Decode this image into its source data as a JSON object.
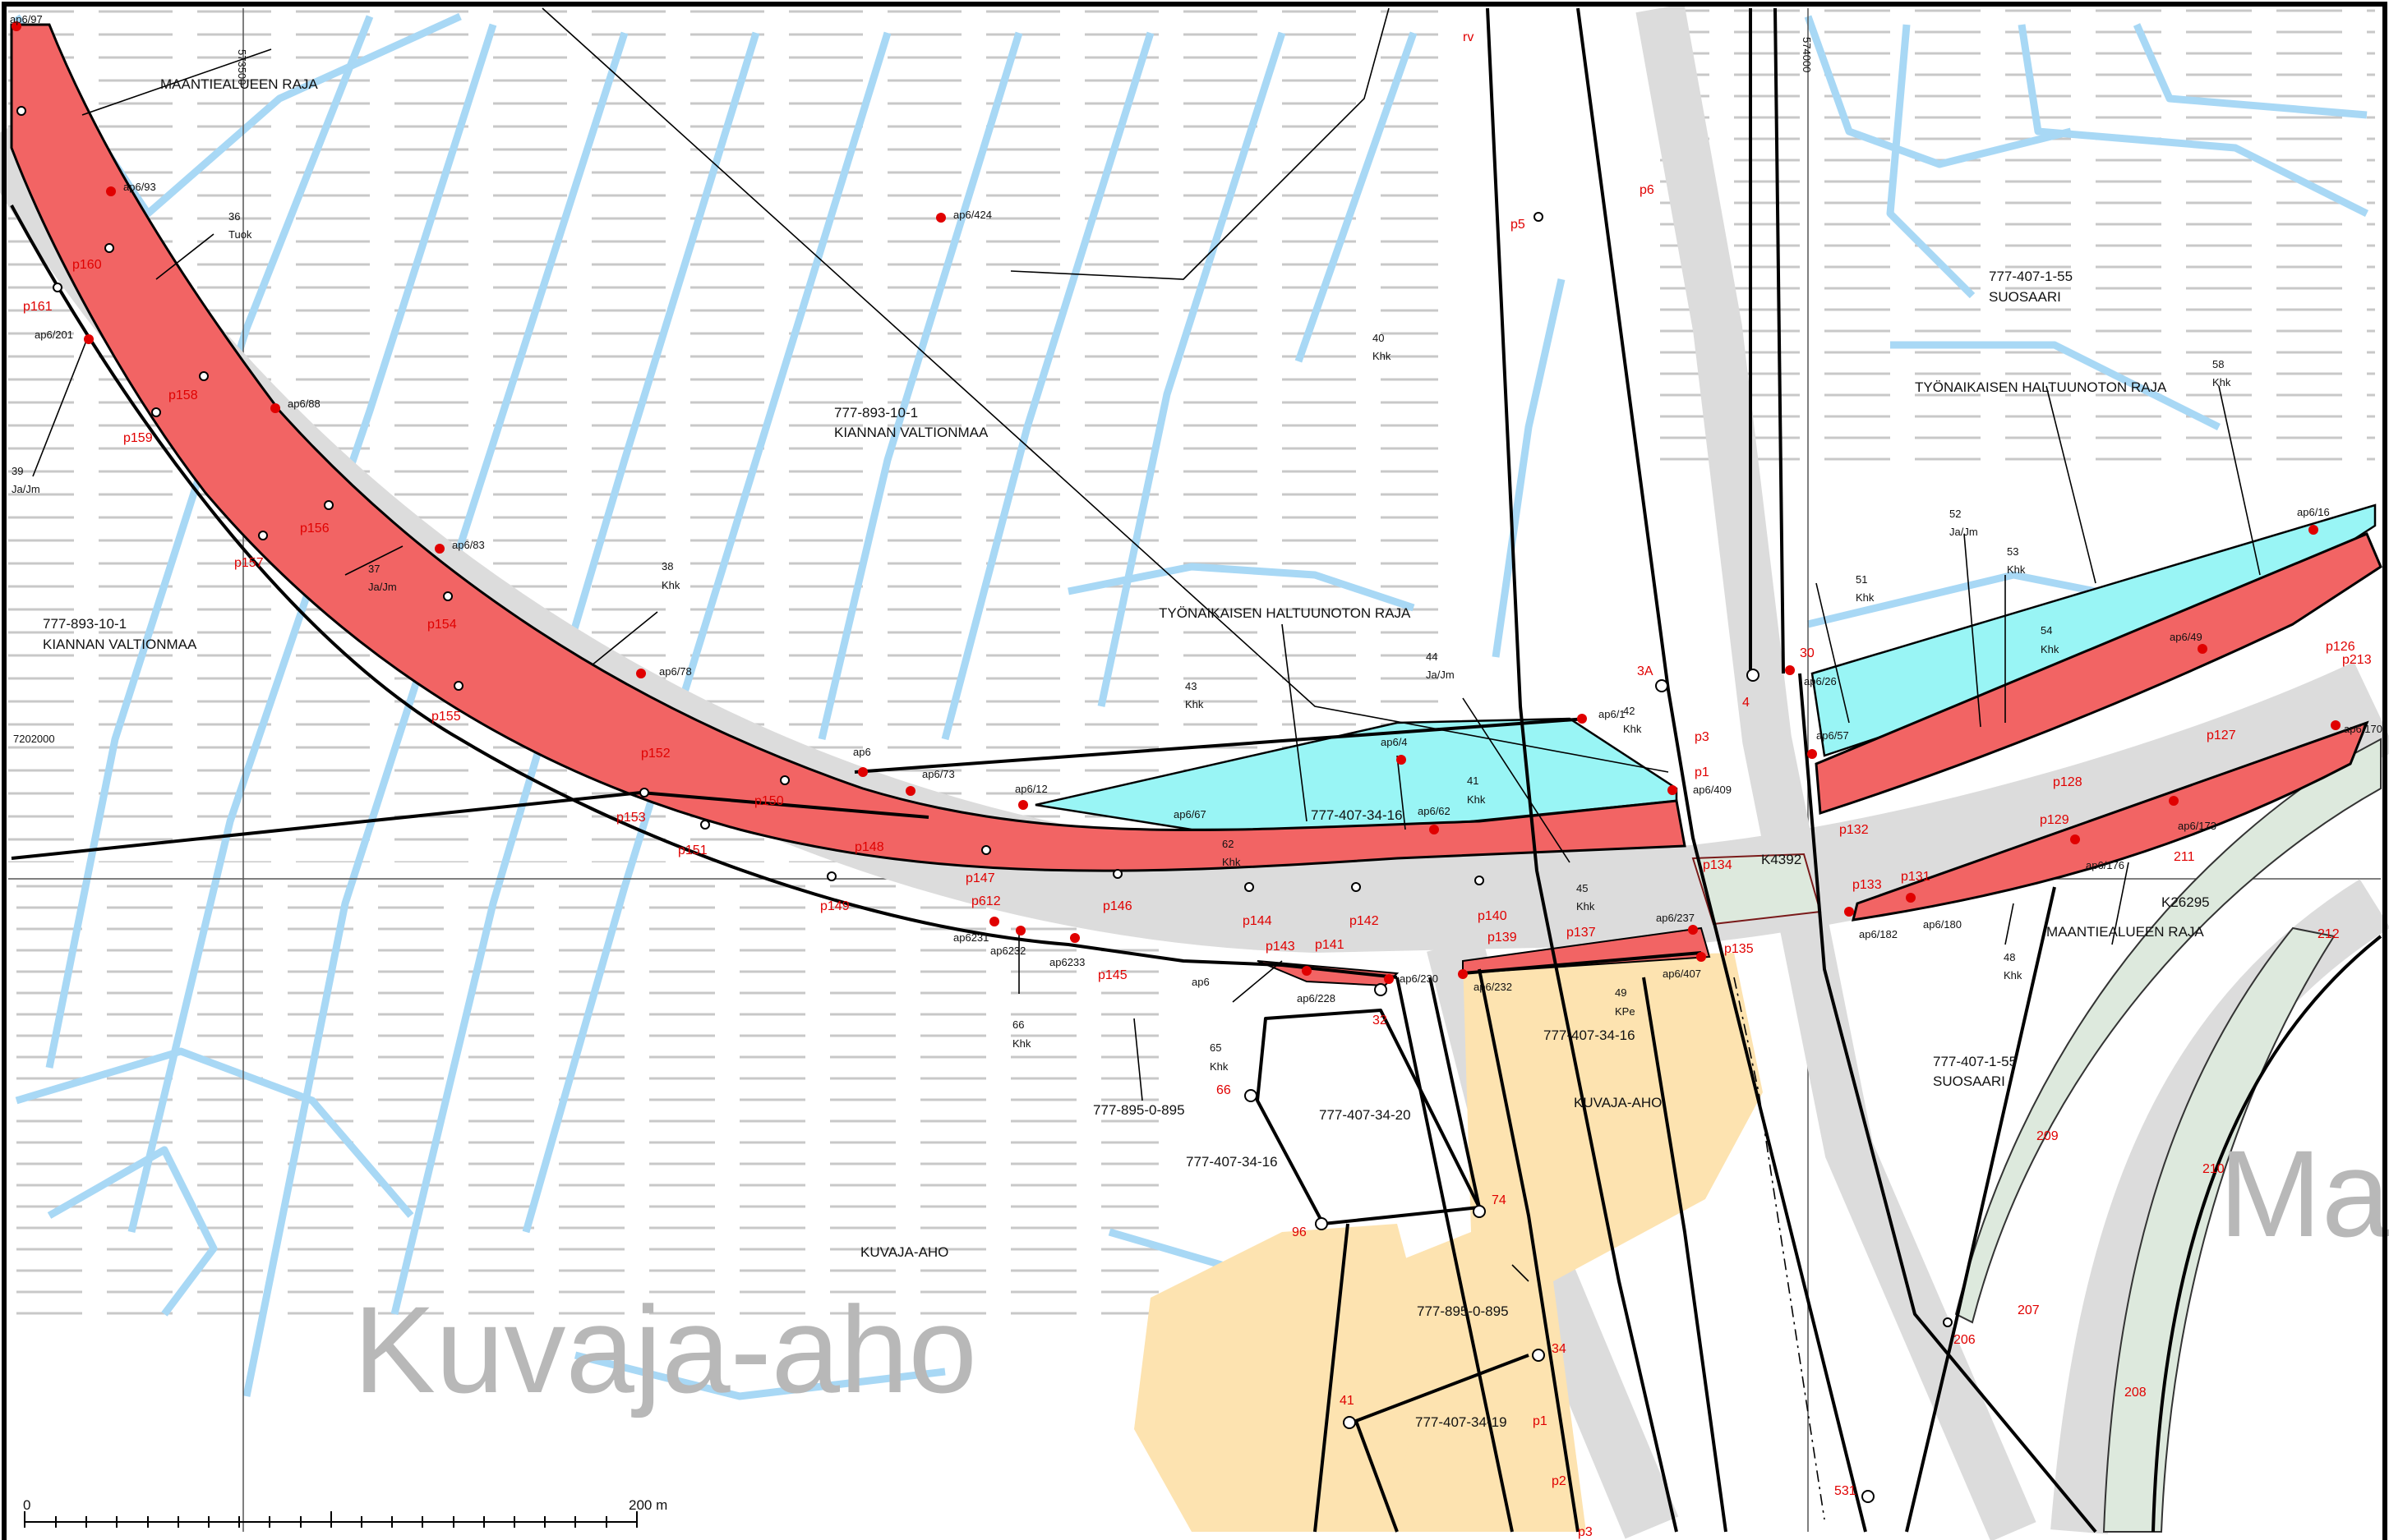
{
  "place_names": {
    "kuvaja_large": "Kuvaja-aho",
    "ma_large": "Ma"
  },
  "labels": {
    "maantiealueen_raja_top": "MAANTIEALUEEN RAJA",
    "maantiealueen_raja_bottom": "MAANTIEALUEEN RAJA",
    "haltuunotto_center": "TYÖNAIKAISEN HALTUUNOTON RAJA",
    "haltuunotto_right": "TYÖNAIKAISEN HALTUUNOTON RAJA",
    "kiannan_top_id": "777-893-10-1",
    "kiannan_top_name": "KIANNAN VALTIONMAA",
    "kiannan_left_id": "777-893-10-1",
    "kiannan_left_name": "KIANNAN VALTIONMAA",
    "suosaari_top_id": "777-407-1-55",
    "suosaari_top_name": "SUOSAARI",
    "suosaari_bottom_id": "777-407-1-55",
    "suosaari_bottom_name": "SUOSAARI",
    "parcel_34_16_a": "777-407-34-16",
    "parcel_34_16_b": "777-407-34-16",
    "parcel_34_16_c": "777-407-34-16",
    "parcel_34_20": "777-407-34-20",
    "parcel_34_19": "777-407-34-19",
    "parcel_895_a": "777-895-0-895",
    "parcel_895_b": "777-895-0-895",
    "kuvaja_small_a": "KUVAJA-AHO",
    "kuvaja_small_b": "KUVAJA-AHO",
    "k4392": "K4392",
    "k26295": "K26295",
    "grid_x1": "573500",
    "grid_x2": "574000",
    "grid_y": "7202000",
    "scale_zero": "0",
    "scale_200": "200 m"
  },
  "area_tags": [
    {
      "num": "36",
      "type": "Tuok"
    },
    {
      "num": "37",
      "type": "Ja/Jm"
    },
    {
      "num": "38",
      "type": "Khk"
    },
    {
      "num": "39",
      "type": "Ja/Jm"
    },
    {
      "num": "40",
      "type": "Khk"
    },
    {
      "num": "41",
      "type": "Khk"
    },
    {
      "num": "42",
      "type": "Khk"
    },
    {
      "num": "43",
      "type": "Khk"
    },
    {
      "num": "44",
      "type": "Ja/Jm"
    },
    {
      "num": "45",
      "type": "Khk"
    },
    {
      "num": "48",
      "type": "Khk"
    },
    {
      "num": "49",
      "type": "KPe"
    },
    {
      "num": "51",
      "type": "Khk"
    },
    {
      "num": "52",
      "type": "Ja/Jm"
    },
    {
      "num": "53",
      "type": "Khk"
    },
    {
      "num": "54",
      "type": "Khk"
    },
    {
      "num": "58",
      "type": "Khk"
    },
    {
      "num": "62",
      "type": "Khk"
    },
    {
      "num": "65",
      "type": "Khk"
    },
    {
      "num": "66",
      "type": "Khk"
    }
  ],
  "ap_labels": [
    "ap6/97",
    "ap6/93",
    "ap6/201",
    "ap6/88",
    "ap6/83",
    "ap6/78",
    "ap6",
    "ap6/73",
    "ap6/12",
    "ap6/67",
    "ap6/4",
    "ap6/62",
    "ap6/1",
    "ap6/409",
    "ap6/26",
    "ap6/57",
    "ap6/49",
    "ap6/16",
    "ap6/424",
    "ap6231",
    "ap6232",
    "ap6233",
    "ap6",
    "ap6/228",
    "ap6/230",
    "ap6/232",
    "ap6/237",
    "ap6/407",
    "ap6/182",
    "ap6/180",
    "ap6/176",
    "ap6/173",
    "ap6/170"
  ],
  "red_labels": [
    "p161",
    "p160",
    "p159",
    "p158",
    "p157",
    "p156",
    "p155",
    "p154",
    "p153",
    "p152",
    "p151",
    "p150",
    "p149",
    "p148",
    "p147",
    "p146",
    "p145",
    "p144",
    "p143",
    "p142",
    "p141",
    "p140",
    "p139",
    "p137",
    "p135",
    "p134",
    "p133",
    "p132",
    "p131",
    "p129",
    "p128",
    "p127",
    "p126",
    "p213",
    "p612",
    "p6",
    "p5",
    "p3",
    "p1",
    "p1",
    "p2",
    "p3",
    "3A",
    "30",
    "32",
    "4",
    "rv",
    "66",
    "74",
    "96",
    "34",
    "41",
    "206",
    "207",
    "208",
    "209",
    "210",
    "211",
    "212",
    "531"
  ],
  "colors": {
    "road_take": "#f26464",
    "temp_area": "#99f5f5",
    "plot": "#fde3b0",
    "wetland": "#dde9dd",
    "water_line": "#a8d8f5",
    "hatch": "#c8c8c8"
  }
}
